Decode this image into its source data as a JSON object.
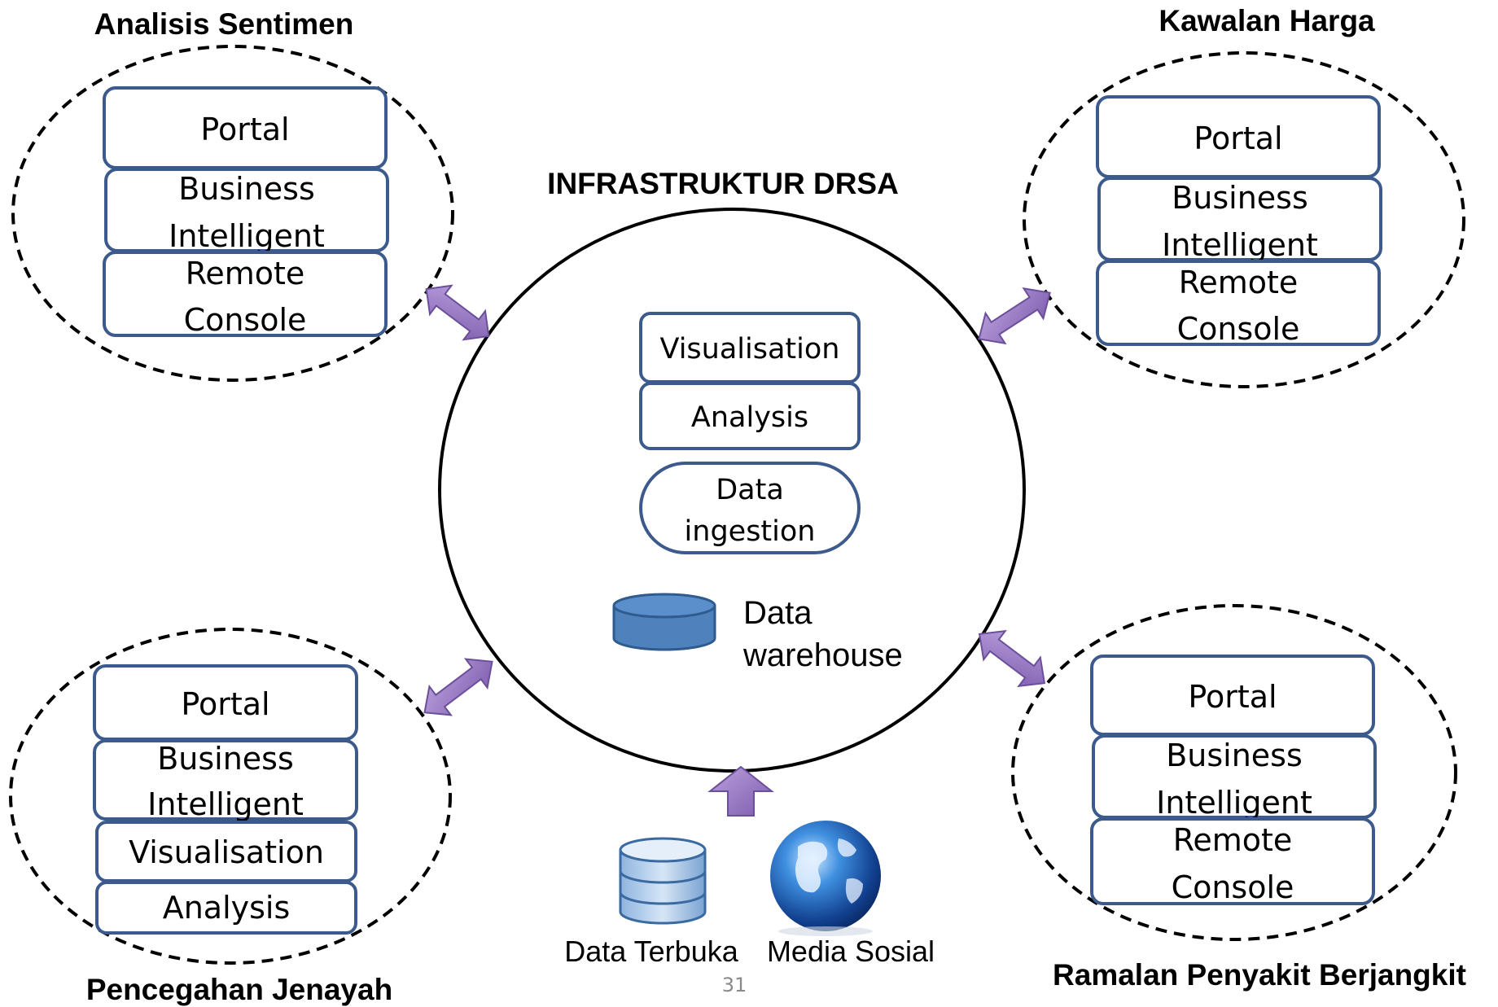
{
  "center": {
    "title": "INFRASTRUKTUR DRSA",
    "layers": [
      "Visualisation",
      "Analysis"
    ],
    "ingestion": [
      "Data",
      "ingestion"
    ],
    "warehouse": [
      "Data",
      "warehouse"
    ]
  },
  "clusters": {
    "top_left": {
      "title": "Analisis Sentimen",
      "portal": "Portal",
      "bi": [
        "Business",
        "Intelligent"
      ],
      "remote": [
        "Remote",
        "Console"
      ]
    },
    "top_right": {
      "title": "Kawalan Harga",
      "portal": "Portal",
      "bi": [
        "Business",
        "Intelligent"
      ],
      "remote": [
        "Remote",
        "Console"
      ]
    },
    "bottom_left": {
      "title": "Pencegahan Jenayah",
      "portal": "Portal",
      "bi": [
        "Business",
        "Intelligent"
      ],
      "visualisation": "Visualisation",
      "analysis": "Analysis"
    },
    "bottom_right": {
      "title": "Ramalan Penyakit Berjangkit",
      "portal": "Portal",
      "bi": [
        "Business",
        "Intelligent"
      ],
      "remote": [
        "Remote",
        "Console"
      ]
    }
  },
  "sources": {
    "open_data": "Data Terbuka",
    "social_media": "Media Sosial"
  },
  "page_number": "31",
  "colors": {
    "box_stroke": "#3d5a8c",
    "arrow_fill": "#9b7bc4",
    "arrow_stroke": "#6b4f9a",
    "cylinder_fill": "#4f81bd"
  }
}
